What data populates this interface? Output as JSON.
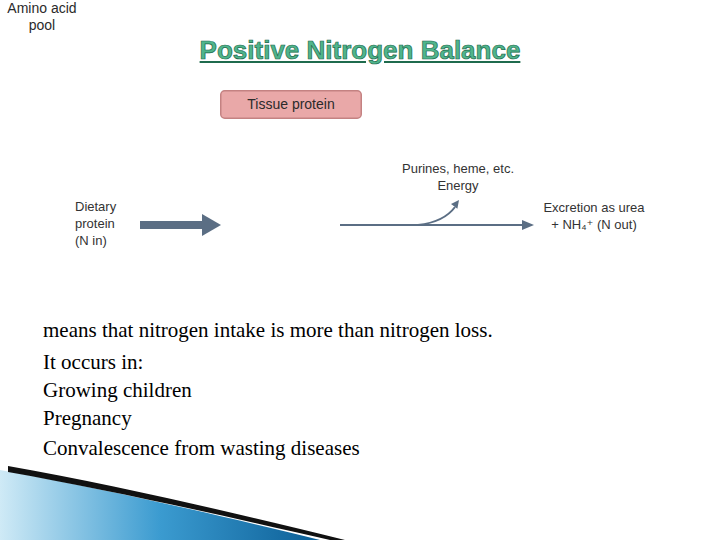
{
  "diagram": {
    "title": "Positive Nitrogen Balance",
    "nodes": [
      {
        "text": [
          "Tissue protein"
        ]
      },
      {
        "text": [
          "Amino acid pool"
        ]
      }
    ],
    "edges": [
      {
        "from": 1,
        "to": 0,
        "arrow": "to"
      },
      {
        "from": 0,
        "to": 1,
        "arrow": "to"
      }
    ],
    "labels": [
      "Dietary protein (N in)",
      "Purines, heme, etc. Energy",
      "Excretion as urea + NH₄⁺ (N out)",
      "means that nitrogen intake is more than nitrogen loss.",
      "It occurs in:",
      "Growing children",
      "Pregnancy",
      "Convalescence from wasting diseases"
    ]
  }
}
